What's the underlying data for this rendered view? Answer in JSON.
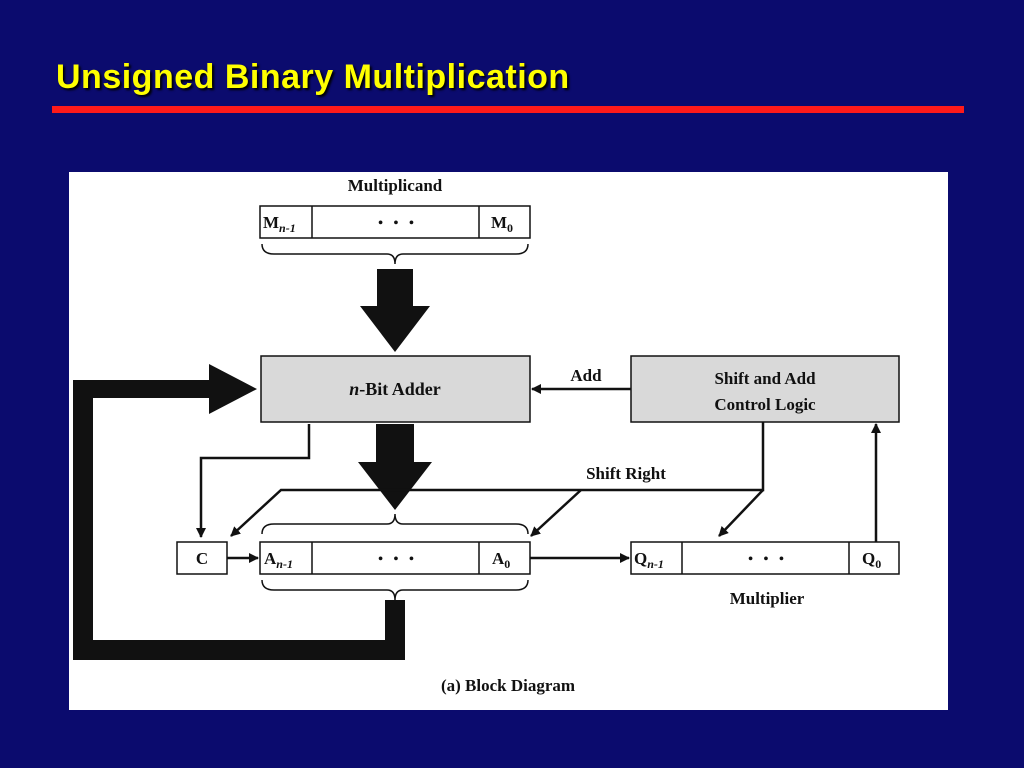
{
  "slide": {
    "title": "Unsigned Binary Multiplication"
  },
  "diagram": {
    "multiplicand_label": "Multiplicand",
    "m_high": "M",
    "m_high_sub": "n-1",
    "m_low": "M",
    "m_low_sub": "0",
    "adder_italic": "n",
    "adder_rest": "-Bit Adder",
    "control_line1": "Shift and Add",
    "control_line2": "Control Logic",
    "add_label": "Add",
    "shift_right_label": "Shift Right",
    "c_label": "C",
    "a_high": "A",
    "a_high_sub": "n-1",
    "a_low": "A",
    "a_low_sub": "0",
    "q_high": "Q",
    "q_high_sub": "n-1",
    "q_low": "Q",
    "q_low_sub": "0",
    "dots": "•   •   •",
    "multiplier_label": "Multiplier",
    "caption": "(a) Block Diagram"
  },
  "colors": {
    "background": "#0b0b6e",
    "title": "#ffff00",
    "rule": "#ff1a1a",
    "box_fill": "#d9d9d9"
  }
}
